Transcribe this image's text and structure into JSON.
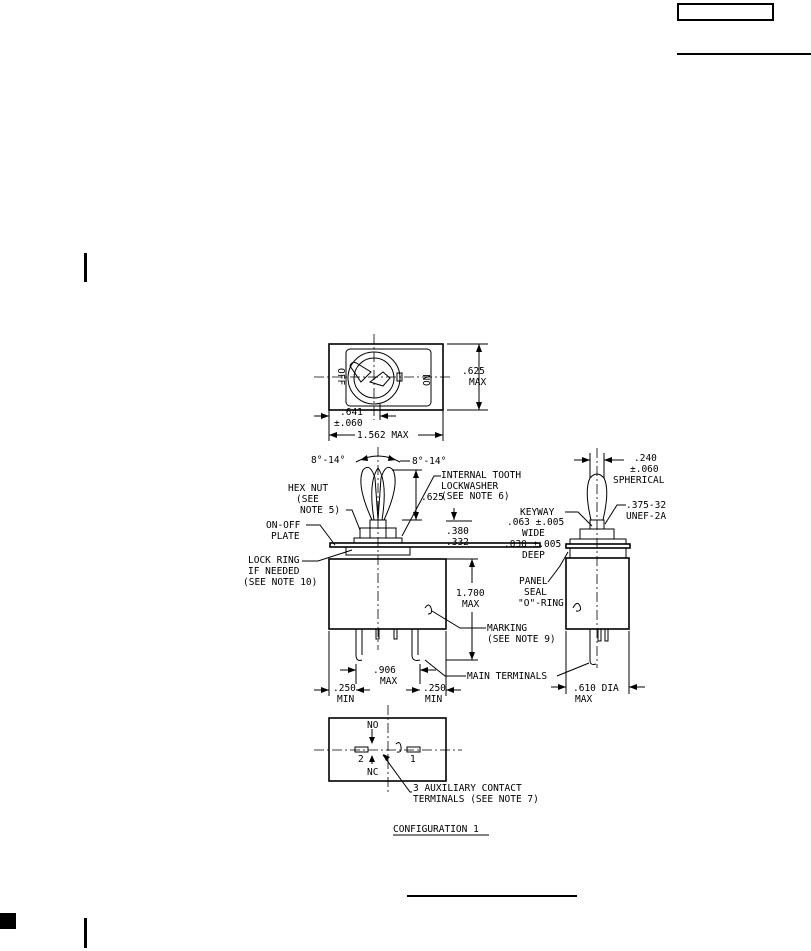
{
  "top_view": {
    "label_off": "OFF",
    "label_on": "ON",
    "dim_height": ".625",
    "dim_height_max": "MAX",
    "dim_offset": ".641",
    "dim_offset_tol": "±.060",
    "dim_width": "1.562 MAX"
  },
  "side_view": {
    "angle_left": "8°-14°",
    "angle_right": "8°-14°",
    "lever_height": ".625",
    "internal_tooth_1": "INTERNAL TOOTH",
    "internal_tooth_2": "LOCKWASHER",
    "internal_tooth_3": "(SEE NOTE 6)",
    "hex_nut_1": "HEX NUT",
    "hex_nut_2": "(SEE",
    "hex_nut_3": "NOTE 5)",
    "onoff_1": "ON-OFF",
    "onoff_2": "PLATE",
    "lock_ring_1": "LOCK RING",
    "lock_ring_2": "IF NEEDED",
    "lock_ring_3": "(SEE NOTE 10)",
    "dim_380": ".380",
    "dim_332": ".332",
    "dim_1700": "1.700",
    "dim_1700_max": "MAX",
    "marking_1": "MARKING",
    "marking_2": "(SEE NOTE 9)",
    "main_terminals": "MAIN TERMINALS",
    "dim_906": ".906",
    "dim_906_max": "MAX",
    "dim_250_left": ".250",
    "dim_250_left_min": "MIN",
    "dim_250_right": ".250",
    "dim_250_right_min": "MIN"
  },
  "end_view": {
    "dim_240": ".240",
    "dim_240_tol": "±.060",
    "spherical": "SPHERICAL",
    "keyway": "KEYWAY",
    "thread_1": ".375-32",
    "thread_2": "UNEF-2A",
    "keyway_width_1": ".063 ±.005",
    "keyway_width_2": "WIDE",
    "keyway_depth_1": ".030 ±.005",
    "keyway_depth_2": "DEEP",
    "panel_1": "PANEL",
    "panel_2": "SEAL",
    "panel_3": "\"O\"-RING",
    "dim_610": ".610 DIA",
    "dim_610_max": "MAX"
  },
  "bottom_view": {
    "label_no": "NO",
    "label_nc": "NC",
    "label_2": "2",
    "label_1": "1",
    "aux_1": "3 AUXILIARY CONTACT",
    "aux_2": "TERMINALS (SEE NOTE 7)"
  },
  "caption": "CONFIGURATION 1"
}
